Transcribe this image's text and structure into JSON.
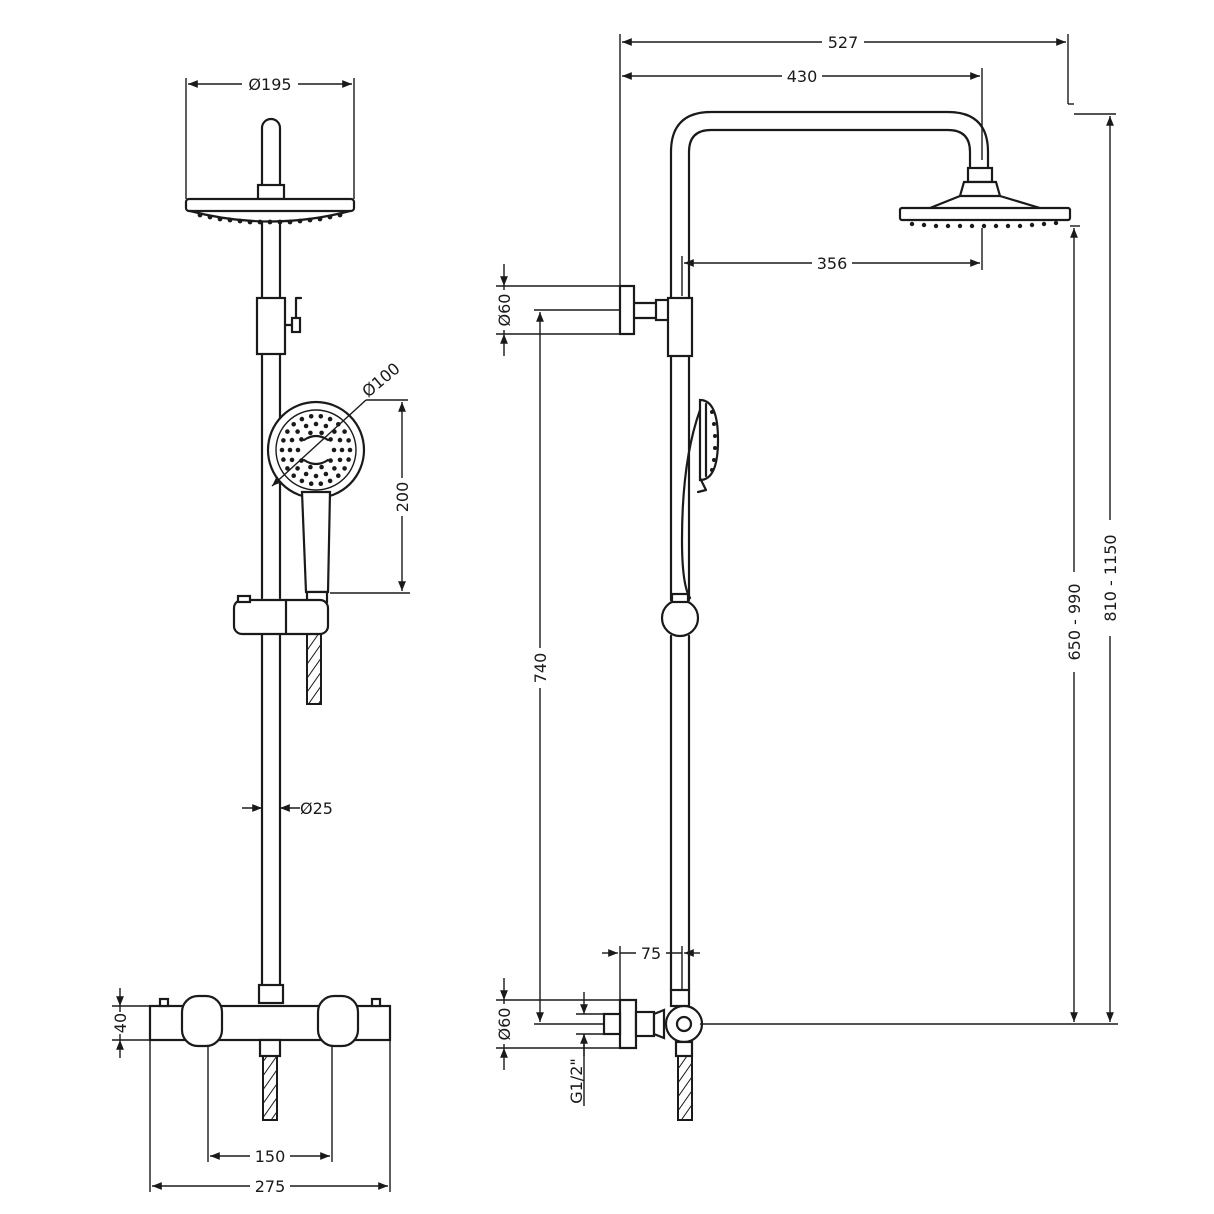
{
  "dimensions": {
    "head_diameter": "Ø195",
    "handset_diameter": "Ø100",
    "handset_length": "200",
    "riser_diameter": "Ø25",
    "bar_height": "40",
    "inlet_centres": "150",
    "bar_width": "275",
    "overall_projection": "527",
    "arm_projection": "430",
    "head_offset": "356",
    "bracket_diameter_top": "Ø60",
    "bracket_spacing": "740",
    "bracket_diameter_bottom": "Ø60",
    "inlet_thread": "G1/2\"",
    "wall_to_riser": "75",
    "head_height_range": "650 - 990",
    "overall_height_range": "810 - 1150"
  },
  "colors": {
    "line": "#1a1a1a",
    "background": "#ffffff"
  }
}
